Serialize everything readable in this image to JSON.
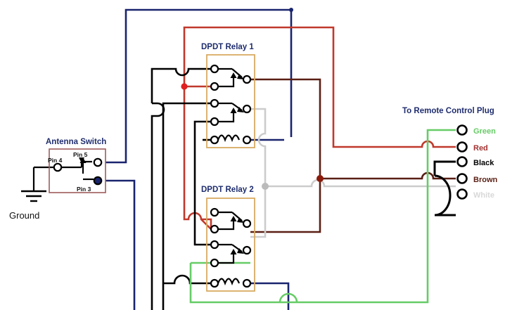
{
  "diagram": {
    "title_antenna_switch": "Antenna Switch",
    "title_relay_1": "DPDT Relay 1",
    "title_relay_2": "DPDT Relay 2",
    "title_remote_plug": "To Remote Control Plug",
    "ground_label": "Ground",
    "pins": {
      "pin4": "Pin 4",
      "pin5": "Pin 5",
      "pin3": "Pin 3"
    },
    "plug_terminals": [
      {
        "label": "Green",
        "color": "#66cc66"
      },
      {
        "label": "Red",
        "color": "#a33232"
      },
      {
        "label": "Black",
        "color": "#000000"
      },
      {
        "label": "Brown",
        "color": "#5a1f14"
      },
      {
        "label": "White",
        "color": "#d8d8d8"
      }
    ],
    "colors": {
      "navy": "#19246e",
      "red": "#c0392b",
      "dark_red": "#5a1f14",
      "green": "#66cc66",
      "gray": "#cccccc",
      "black": "#000000",
      "relay_box_border": "#d9ab63",
      "switch_box_border": "#9e5b5b",
      "title_text": "#1f2d6e",
      "junction_red": "#e02020",
      "junction_gray": "#bbbbbb",
      "junction_dark_red": "#8b1a0a"
    }
  }
}
